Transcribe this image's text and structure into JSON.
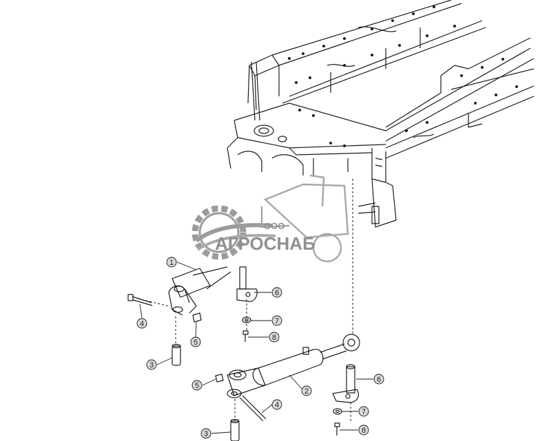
{
  "watermark": {
    "prefix": "ООО",
    "company": "АГРОСНАБ"
  },
  "callouts": [
    {
      "id": "c1a",
      "label": "1"
    },
    {
      "id": "c2a",
      "label": "2"
    },
    {
      "id": "c3a",
      "label": "3"
    },
    {
      "id": "c3b",
      "label": "3"
    },
    {
      "id": "c4a",
      "label": "4"
    },
    {
      "id": "c4b",
      "label": "4"
    },
    {
      "id": "c5a",
      "label": "5"
    },
    {
      "id": "c5b",
      "label": "5"
    },
    {
      "id": "c6a",
      "label": "6"
    },
    {
      "id": "c6b",
      "label": "6"
    },
    {
      "id": "c7a",
      "label": "7"
    },
    {
      "id": "c7b",
      "label": "7"
    },
    {
      "id": "c8a",
      "label": "8"
    },
    {
      "id": "c8b",
      "label": "8"
    }
  ],
  "colors": {
    "line": "#1a1a1a",
    "callout_fill": "#d9d9d9",
    "watermark": "#8a8a8a"
  }
}
